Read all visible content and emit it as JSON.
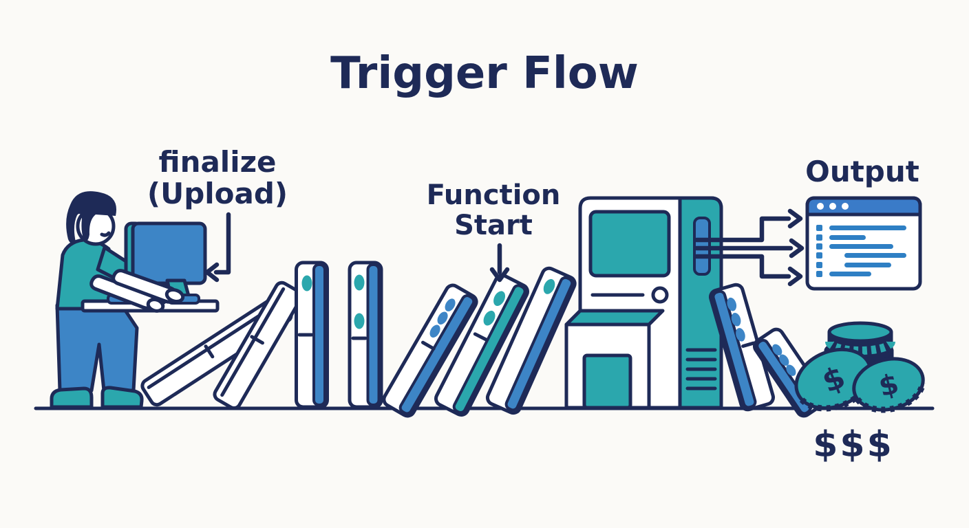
{
  "title": "Trigger Flow",
  "labels": {
    "finalize_line1": "finalize",
    "finalize_line2": "(Upload)",
    "function_line1": "Function",
    "function_line2": "Start",
    "output": "Output",
    "money": "$$$",
    "coin_symbol": "$"
  },
  "colors": {
    "navy_outline_text": "#1e2a57",
    "blue": "#3d85c6",
    "teal": "#2ba7ad",
    "window_titlebar_blue": "#3a7bc8",
    "code_line_blue": "#2e7fc4",
    "background": "#fbfaf7"
  },
  "icons": {
    "person": "person-at-standing-desk-icon",
    "monitor": "monitor-icon",
    "dominoes": "falling-dominoes-icon",
    "server": "retro-computer-tower-icon",
    "output_window": "browser-window-icon",
    "coins": "coin-stack-icon",
    "arrows": "flow-arrow-icon"
  }
}
